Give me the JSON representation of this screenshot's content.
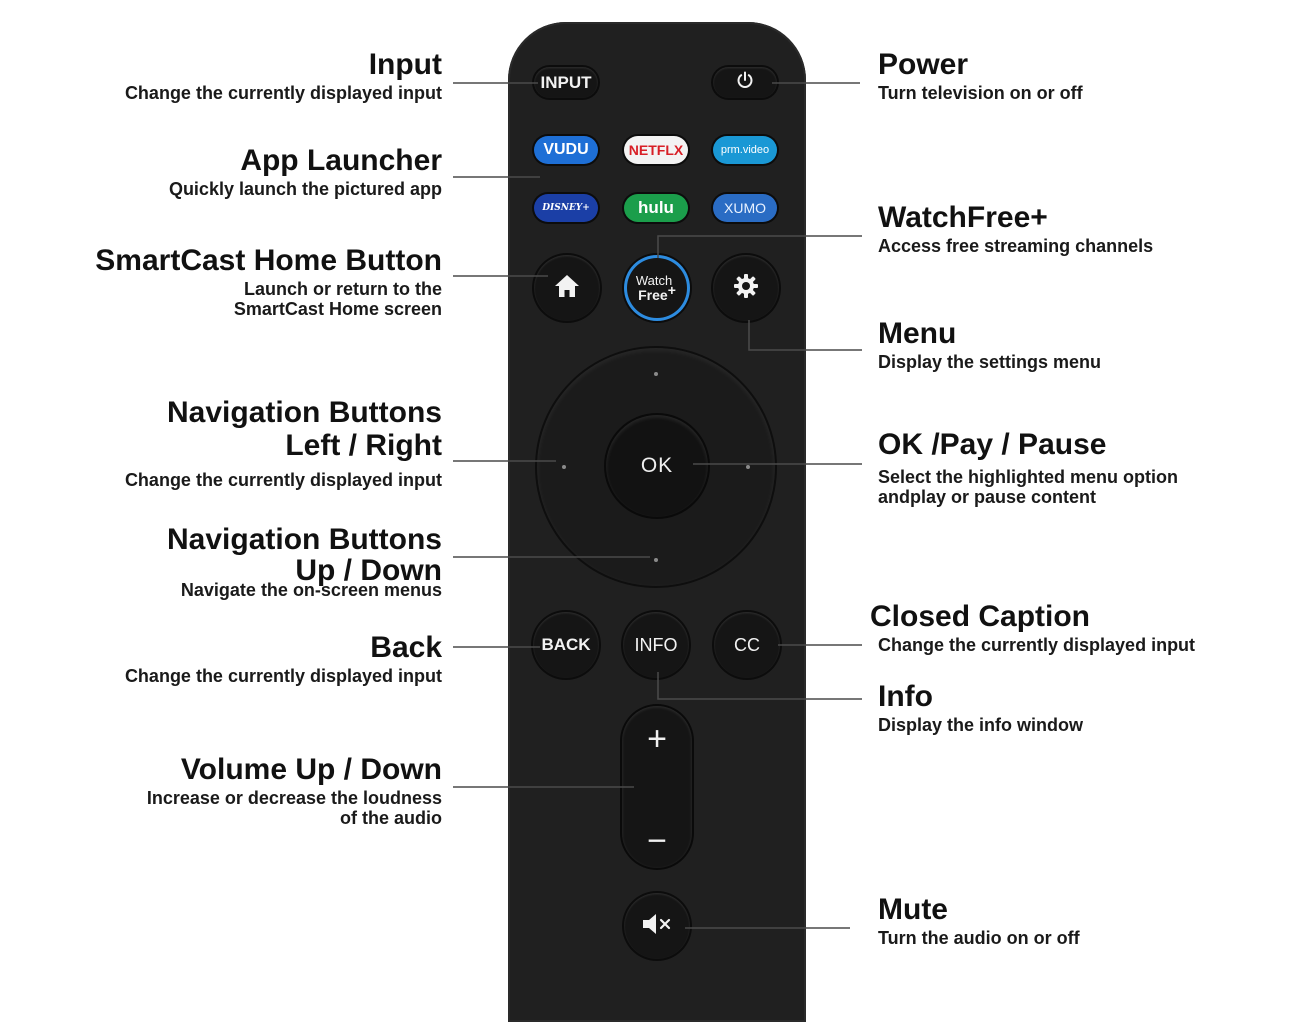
{
  "colors": {
    "remote_body": "#202020",
    "button": "#151515",
    "vudu": "#1e6fd6",
    "netflix_bg": "#f3f3f3",
    "netflix_text": "#d81f26",
    "prime": "#1a98d5",
    "disney": "#1b3fa6",
    "hulu": "#1b9e4b",
    "xumo": "#2a6cc4",
    "watchfree_ring": "#2d8ce0"
  },
  "callouts": {
    "input": {
      "title": "Input",
      "desc": [
        "Change the currently displayed input"
      ]
    },
    "app_launcher": {
      "title": "App Launcher",
      "desc": [
        "Quickly launch the pictured app"
      ]
    },
    "home": {
      "title": "SmartCast Home Button",
      "desc": [
        "Launch or return to the",
        "SmartCast Home screen"
      ]
    },
    "nav_lr": {
      "title": [
        "Navigation Buttons",
        "Left / Right"
      ],
      "desc": [
        "Change the currently displayed input"
      ]
    },
    "nav_ud": {
      "title": [
        "Navigation Buttons",
        "Up / Down"
      ],
      "desc": [
        "Navigate the on-screen menus"
      ]
    },
    "back": {
      "title": "Back",
      "desc": [
        "Change the currently displayed input"
      ]
    },
    "volume": {
      "title": "Volume Up / Down",
      "desc": [
        "Increase or decrease the loudness",
        "of the audio"
      ]
    },
    "power": {
      "title": "Power",
      "desc": [
        "Turn television on or off"
      ]
    },
    "watchfree": {
      "title": "WatchFree+",
      "desc": [
        "Access free streaming channels"
      ]
    },
    "menu": {
      "title": "Menu",
      "desc": [
        "Display the settings menu"
      ]
    },
    "ok": {
      "title": "OK /Pay / Pause",
      "desc": [
        "Select the highlighted menu option",
        "andplay or pause content"
      ]
    },
    "cc": {
      "title": "Closed Caption",
      "desc": [
        "Change the currently displayed input"
      ]
    },
    "info": {
      "title": "Info",
      "desc": [
        "Display the info window"
      ]
    },
    "mute": {
      "title": "Mute",
      "desc": [
        "Turn the audio on or off"
      ]
    }
  },
  "remote": {
    "input_label": "INPUT",
    "apps": {
      "vudu": "VUDU",
      "netflix": "NETFLX",
      "prime": "prm.video",
      "disney": "DISNEY+",
      "hulu": "hulu",
      "xumo": "XUMO"
    },
    "watchfree_line1": "Watch",
    "watchfree_line2": "Free",
    "watchfree_plus": "+",
    "ok_label": "OK",
    "back_label": "BACK",
    "info_label": "INFO",
    "cc_label": "CC",
    "vol_plus": "+",
    "vol_minus": "−",
    "icons": {
      "power": "power-icon",
      "home": "home-icon",
      "settings": "gear-icon",
      "mute": "mute-icon"
    }
  }
}
